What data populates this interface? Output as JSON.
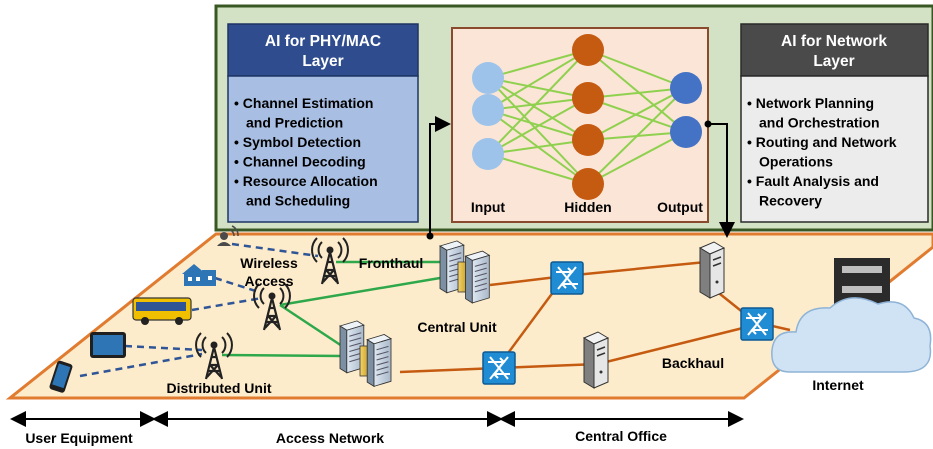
{
  "colors": {
    "ai_panel_fill": "#d3e2c4",
    "ai_panel_border": "#385723",
    "network_plane_fill": "#fdeccb",
    "network_plane_border": "#e07b30",
    "phy_header": "#2f4d8e",
    "phy_body": "#a8bfe3",
    "net_header": "#4a4a4a",
    "net_body": "#ececec",
    "nn_box_fill": "#fbe5d6",
    "nn_box_border": "#8a4a2e",
    "input_node": "#9dc3ea",
    "hidden_node": "#c55a11",
    "output_node": "#4472c4",
    "nn_edge": "#8fd14f",
    "fronthaul_link": "#2ea84a",
    "backhaul_link": "#c55a11",
    "wireless_link": "#2f5597",
    "cloud": "#cfe3f5",
    "switch": "#1f8cd3"
  },
  "phy_box": {
    "title_line1": "AI for PHY/MAC",
    "title_line2": "Layer",
    "items": [
      [
        "Channel Estimation",
        "and Prediction"
      ],
      [
        "Symbol Detection"
      ],
      [
        "Channel Decoding"
      ],
      [
        "Resource Allocation",
        "and Scheduling"
      ]
    ]
  },
  "net_box": {
    "title_line1": "AI for Network",
    "title_line2": "Layer",
    "items": [
      [
        "Network Planning",
        "and Orchestration"
      ],
      [
        "Routing and Network",
        "Operations"
      ],
      [
        "Fault Analysis and",
        "Recovery"
      ]
    ]
  },
  "neural_net": {
    "input_label": "Input",
    "hidden_label": "Hidden",
    "output_label": "Output"
  },
  "labels": {
    "wireless_access_line1": "Wireless",
    "wireless_access_line2": "Access",
    "fronthaul": "Fronthaul",
    "central_unit": "Central Unit",
    "distributed_unit": "Distributed Unit",
    "backhaul": "Backhaul",
    "internet": "Internet"
  },
  "bottom_sections": {
    "user_equipment": "User Equipment",
    "access_network": "Access Network",
    "central_office": "Central Office"
  },
  "icons": {
    "antenna": "antenna-tower-icon",
    "server": "server-rack-icon",
    "switch": "network-switch-icon",
    "cloud": "cloud-icon",
    "bus": "bus-icon",
    "house": "house-icon",
    "tablet": "tablet-icon",
    "phone": "phone-icon",
    "user": "user-icon"
  }
}
